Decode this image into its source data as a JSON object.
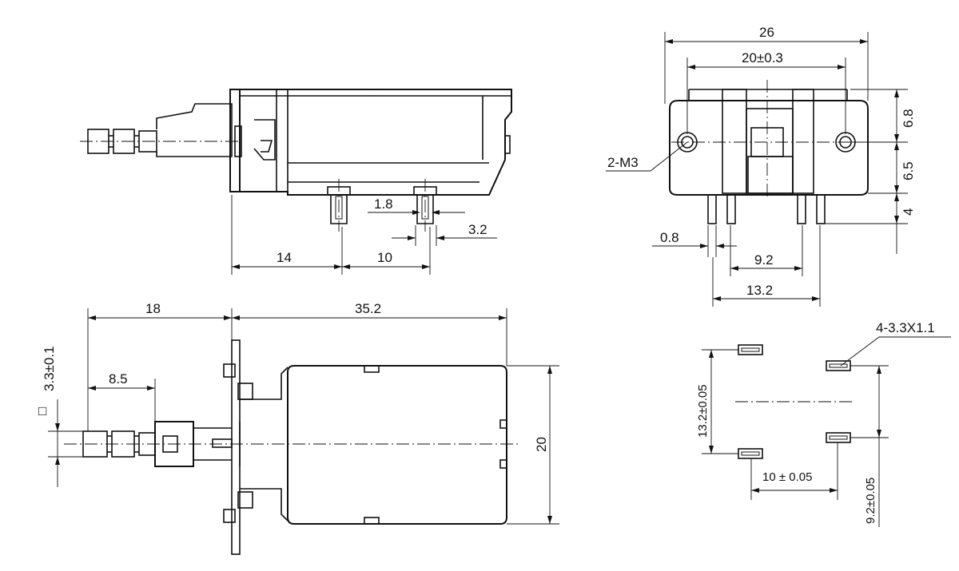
{
  "front_view": {
    "pitch_small": "1.8",
    "pin_width": "3.2",
    "base_length": "14",
    "pin_spacing": "10"
  },
  "side_view": {
    "overall_width": "26",
    "hole_spacing": "20±0.3",
    "hole_callout": "2-M3",
    "top_offset": "6.8",
    "hole_to_base": "6.5",
    "pin_length": "4",
    "pin_thickness": "0.8",
    "inner_pin_spacing": "9.2",
    "outer_pin_spacing": "13.2"
  },
  "top_view": {
    "plunger_length": "18",
    "body_length": "35.2",
    "plunger_tip": "8.5",
    "plunger_square": "3.3±0.1",
    "square_symbol": "□",
    "body_width": "20"
  },
  "pcb_layout": {
    "slot_callout": "4-3.3X1.1",
    "vertical_spacing": "13.2±0.05",
    "horizontal_spacing": "10 ± 0.05",
    "right_vertical": "9.2±0.05"
  }
}
